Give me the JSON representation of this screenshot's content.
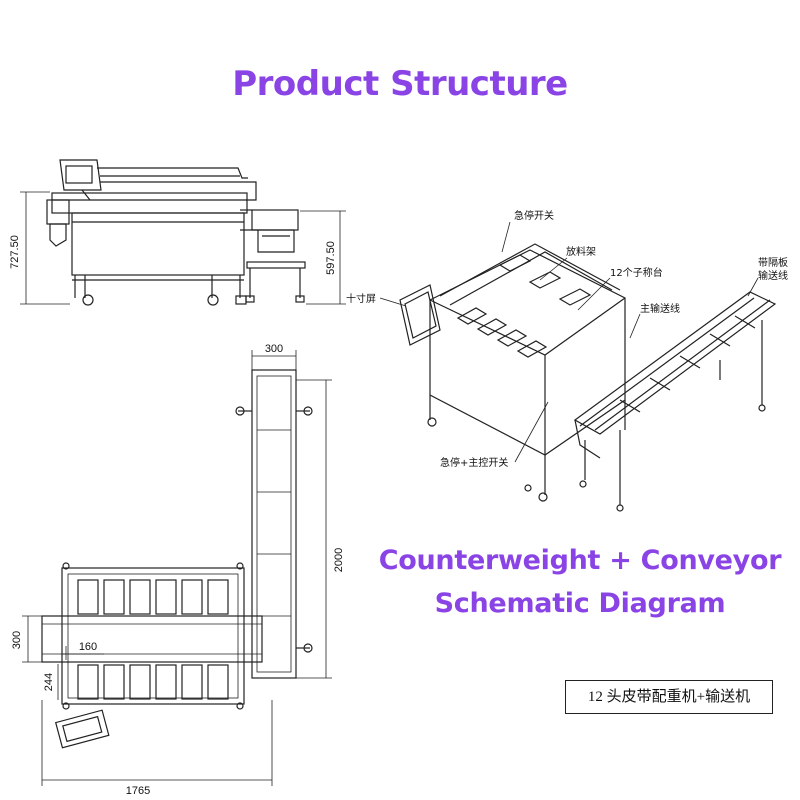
{
  "header": {
    "title": "Product Structure"
  },
  "subtitle": {
    "line1": "Counterweight + Conveyor",
    "line2": "Schematic Diagram"
  },
  "model_box": {
    "label": "12 头皮带配重机+输送机"
  },
  "dimensions": {
    "height_total": "727.50",
    "height_conveyor": "597.50",
    "conveyor_width": "300",
    "conveyor_length": "2000",
    "inlet_width": "300",
    "offset_160": "160",
    "offset_244": "244",
    "total_width": "1765"
  },
  "callouts": {
    "estop_switch": "急停开关",
    "material_rack": "放料架",
    "sub_scales": "12个子称台",
    "main_conveyor": "主输送线",
    "baffle_conveyor_l1": "带隔板",
    "baffle_conveyor_l2": "输送线",
    "ten_inch_screen": "十寸屏",
    "estop_main_switch": "急停+主控开关"
  }
}
